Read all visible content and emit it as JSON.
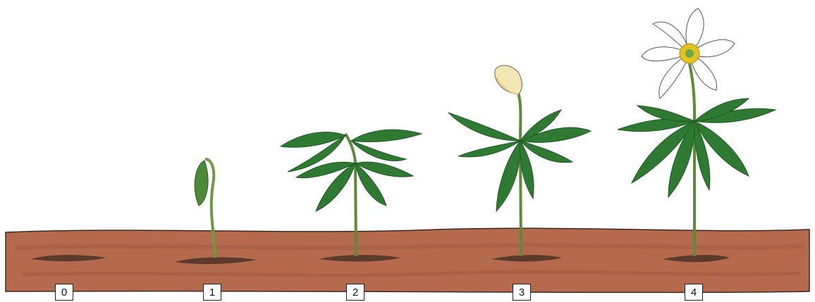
{
  "stages": [
    {
      "label": "0"
    },
    {
      "label": "1"
    },
    {
      "label": "2"
    },
    {
      "label": "3"
    },
    {
      "label": "4"
    }
  ],
  "colors": {
    "soil": "#b56a4e",
    "soil_dark": "#8e4d36",
    "rhizome": "#5a3a2c",
    "stem": "#5f8a3a",
    "leaf": "#2f7a32",
    "leaf_dark": "#1f5a24",
    "petal": "#ffffff",
    "bud": "#f3e6b5",
    "stamen": "#e3c21c"
  }
}
